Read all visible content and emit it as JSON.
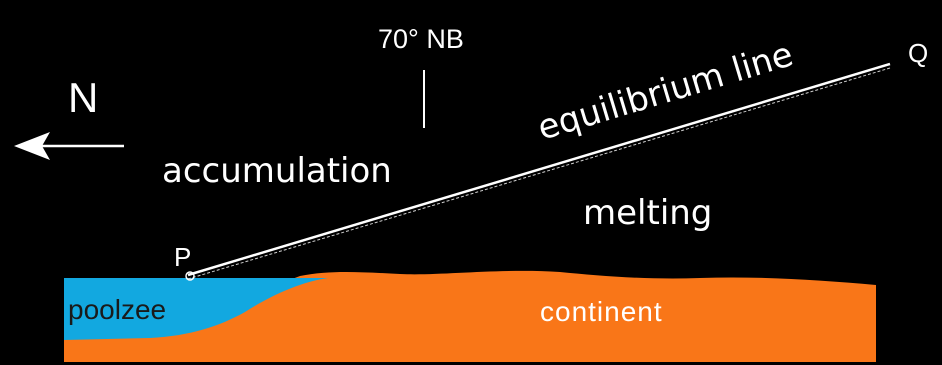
{
  "labels": {
    "latitude": "70° NB",
    "north": "N",
    "point_p": "P",
    "point_q": "Q",
    "accumulation": "accumulation",
    "equilibrium_line": "equilibrium line",
    "melting": "melting",
    "sea": "poolzee",
    "continent": "continent"
  },
  "colors": {
    "background": "#000000",
    "sea": "#12a8e0",
    "continent": "#f97618",
    "text": "#ffffff",
    "line": "#ffffff"
  }
}
